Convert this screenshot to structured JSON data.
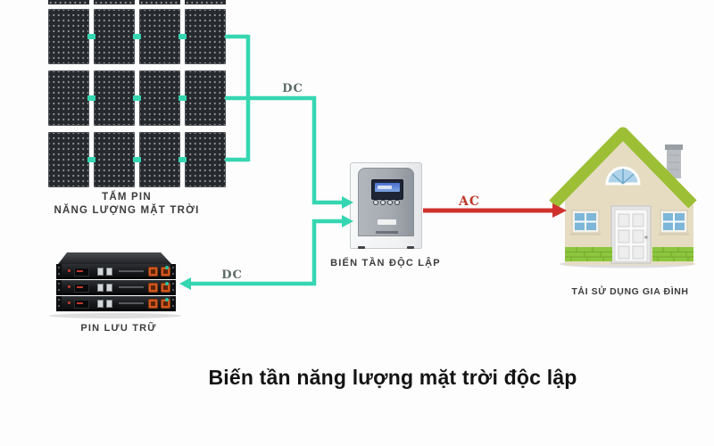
{
  "title": "Biến tần năng lượng mặt trời độc lập",
  "colors": {
    "dc_wire": "#35d6b1",
    "ac_wire": "#d0312d",
    "dc_label": "#5c6b64",
    "ac_label": "#c0392b",
    "roof_green": "#9dbf36",
    "wall_tan": "#e6dcc2",
    "brick_green": "#8cc63e",
    "window_blue": "#7db6d9",
    "panel_dark": "#26292d",
    "connector_orange": "#d1571f"
  },
  "solar_array": {
    "rows": 3,
    "cols": 4,
    "label_line1": "TẤM PIN",
    "label_line2": "NĂNG LƯỢNG MẶT TRỜI"
  },
  "inverter": {
    "label": "BIẾN TẦN ĐỘC LẬP"
  },
  "battery": {
    "units": 3,
    "label": "PIN LƯU TRỮ"
  },
  "house": {
    "label": "TẢI SỬ DỤNG GIA ĐÌNH"
  },
  "wires": {
    "solar_to_inverter_label": "DC",
    "battery_to_inverter_label": "DC",
    "inverter_to_house_label": "AC"
  }
}
